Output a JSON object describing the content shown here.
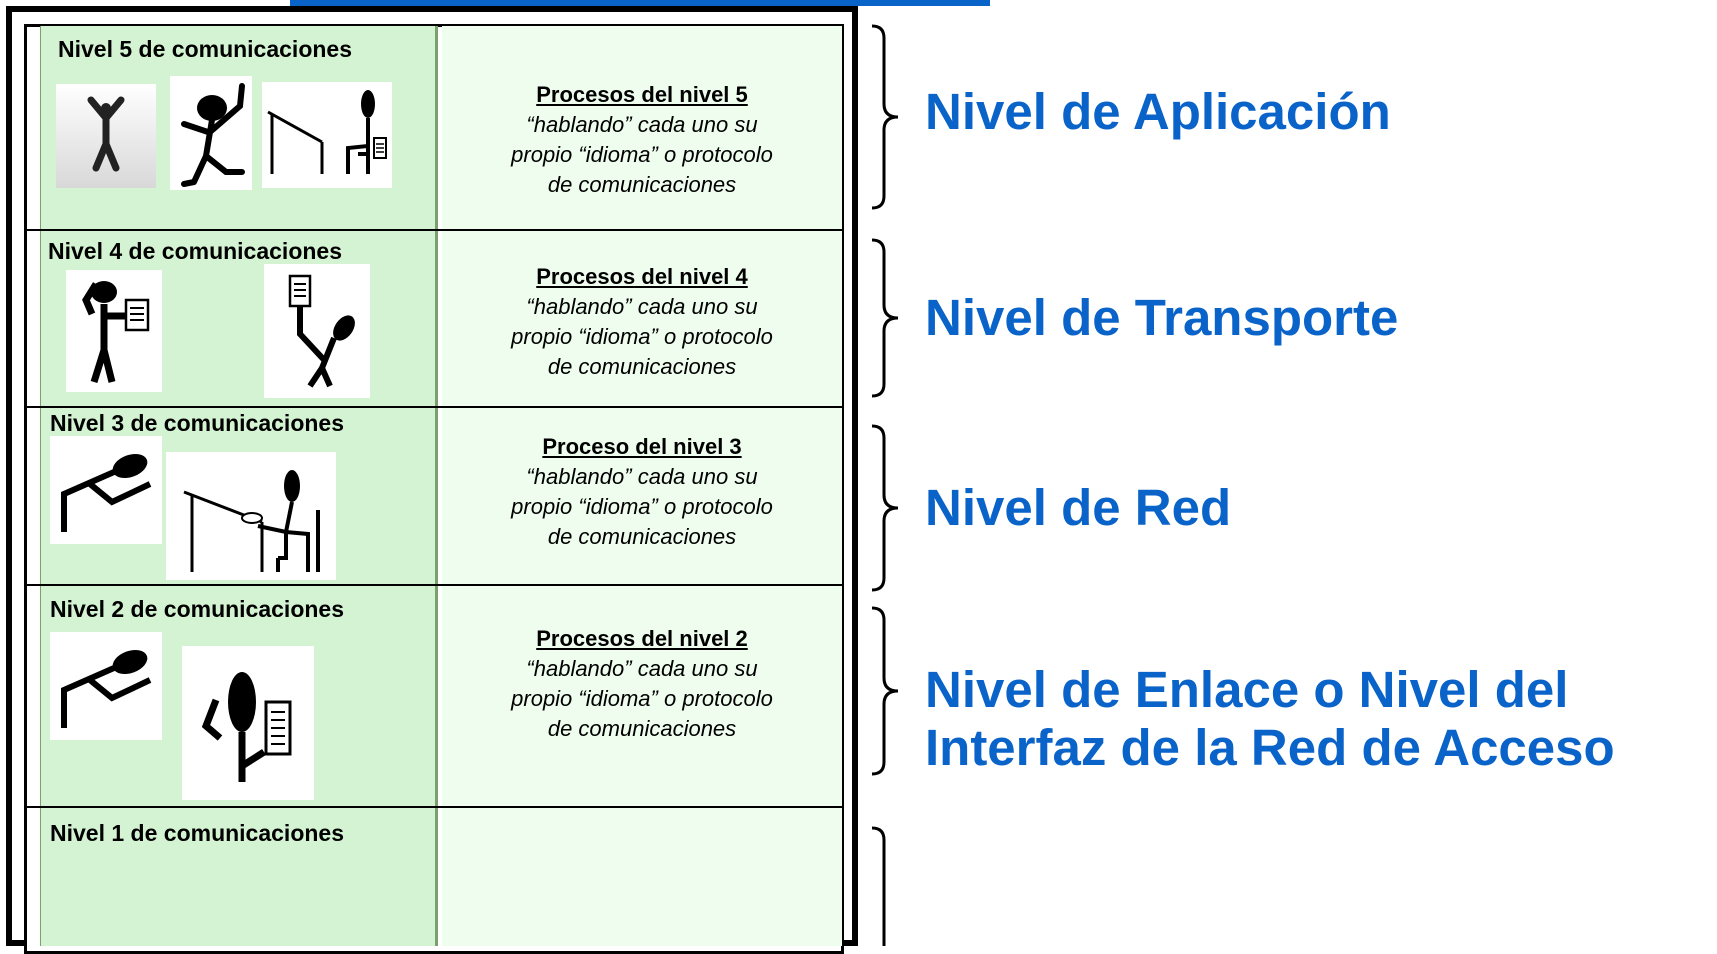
{
  "levels": [
    {
      "title": "Nivel 5 de comunicaciones",
      "process_title": "Procesos del nivel 5",
      "process_line1": "“hablando” cada uno su",
      "process_line2": "propio “idioma” o protocolo",
      "process_line3": "de comunicaciones",
      "label_line1": "Nivel de Aplicación",
      "label_line2": ""
    },
    {
      "title": "Nivel 4 de comunicaciones",
      "process_title": "Procesos del nivel 4",
      "process_line1": "“hablando” cada uno su",
      "process_line2": "propio “idioma” o  protocolo",
      "process_line3": "de comunicaciones",
      "label_line1": "Nivel de Transporte",
      "label_line2": ""
    },
    {
      "title": "Nivel 3 de comunicaciones",
      "process_title": "Proceso del nivel 3",
      "process_line1": "“hablando” cada uno su",
      "process_line2": "propio “idioma” o  protocolo",
      "process_line3": "de comunicaciones",
      "label_line1": "Nivel de Red",
      "label_line2": ""
    },
    {
      "title": "Nivel 2 de comunicaciones",
      "process_title": "Procesos del nivel 2",
      "process_line1": "“hablando” cada uno su",
      "process_line2": "propio “idioma” o protocolo",
      "process_line3": "de comunicaciones",
      "label_line1": "Nivel de Enlace o Nivel del",
      "label_line2": "Interfaz de la Red de Acceso"
    },
    {
      "title": "Nivel 1 de comunicaciones"
    }
  ],
  "colors": {
    "label_blue": "#0a63c8",
    "left_panel_green": "#d4f3d2",
    "right_panel_green": "#effdee"
  },
  "figures": [
    "person-arms-raised",
    "person-pointing",
    "person-at-desk",
    "person-holding-document",
    "person-bending",
    "person-writing",
    "person-with-document"
  ]
}
